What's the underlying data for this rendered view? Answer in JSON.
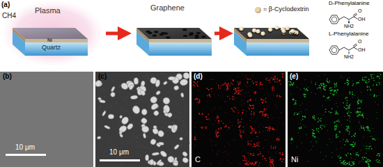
{
  "diagram": {
    "nodes": [
      {
        "text": [
          "Plasma",
          "Ni",
          "Quartz"
        ]
      },
      {
        "text": [
          "Graphene"
        ]
      }
    ],
    "edges": [
      {
        "from": 0,
        "to": 1,
        "arrow": "to"
      }
    ],
    "labels": [
      "(a)",
      "CH4",
      "D-Phenylalanine",
      "O",
      "OH",
      "NH2",
      "L-Phenylalanine",
      "O",
      "OH",
      "NH2",
      "(b)",
      "10 μm",
      "(c)",
      "10 μm",
      "(d)",
      "C",
      "(e)",
      "Ni"
    ],
    "legend": [
      {
        "text": "= β-Cyclodextrin",
        "color": "#e8d5a8"
      }
    ]
  }
}
